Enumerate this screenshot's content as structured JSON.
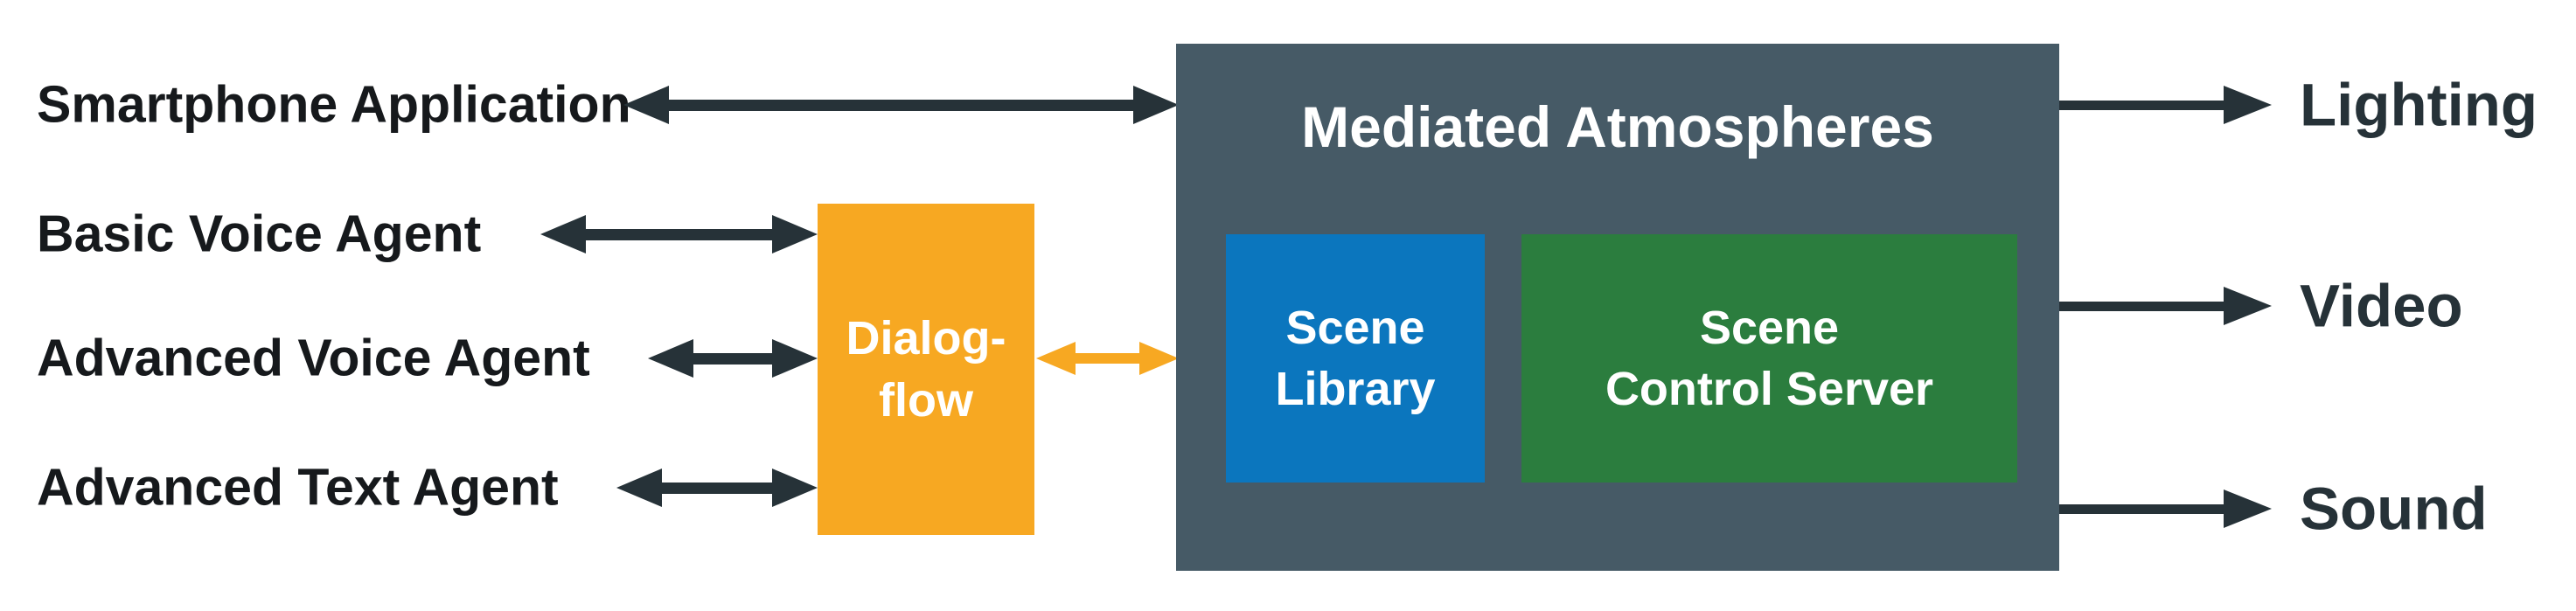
{
  "diagram": {
    "inputs": [
      {
        "label": "Smartphone Application"
      },
      {
        "label": "Basic Voice Agent"
      },
      {
        "label": "Advanced Voice Agent"
      },
      {
        "label": "Advanced Text Agent"
      }
    ],
    "dialogflow": {
      "line1": "Dialog-",
      "line2": "flow"
    },
    "mediated_atmospheres": {
      "title": "Mediated Atmospheres",
      "scene_library": {
        "line1": "Scene",
        "line2": "Library"
      },
      "scene_control_server": {
        "line1": "Scene",
        "line2": "Control Server"
      }
    },
    "outputs": [
      {
        "label": "Lighting"
      },
      {
        "label": "Video"
      },
      {
        "label": "Sound"
      }
    ]
  },
  "colors": {
    "background": "#FFFFFF",
    "panel_slate": "#465A66",
    "arrow_dark": "#263238",
    "dialogflow_orange": "#F7A822",
    "scene_library_blue": "#0B76BE",
    "scene_control_green": "#2B7D3E",
    "left_label_ink": "#16191C",
    "right_label_ink": "#263238",
    "box_text_white": "#FFFFFF"
  }
}
